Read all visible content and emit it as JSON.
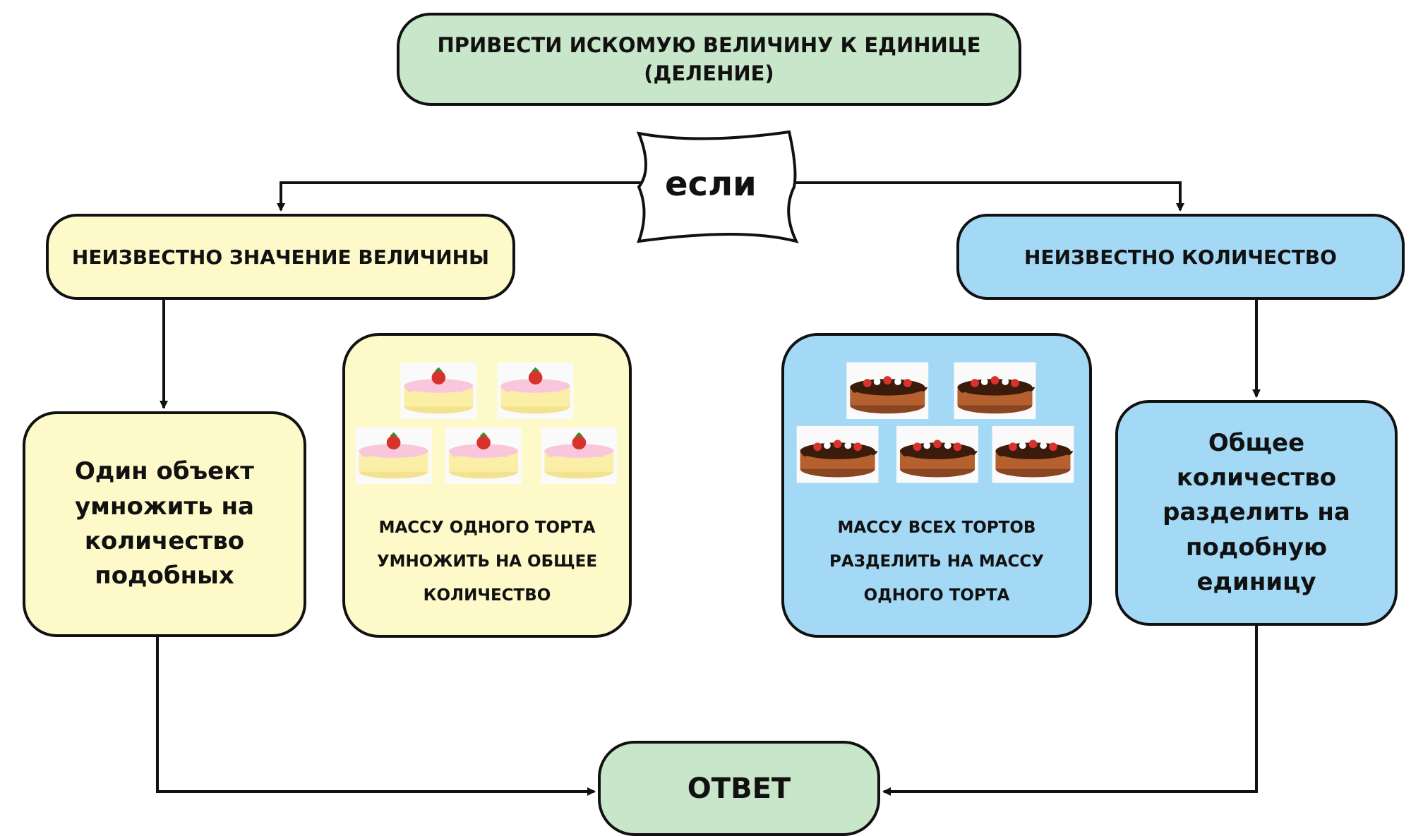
{
  "top": {
    "line1": "ПРИВЕСТИ ИСКОМУЮ ВЕЛИЧИНУ К ЕДИНИЦЕ",
    "line2": "(ДЕЛЕНИЕ)"
  },
  "condition_word": "если",
  "left": {
    "condition": "НЕИЗВЕСТНО ЗНАЧЕНИЕ ВЕЛИЧИНЫ",
    "rule_lines": [
      "Один объект",
      "умножить на",
      "количество",
      "подобных"
    ],
    "example_lines": [
      "МАССУ ОДНОГО ТОРТА",
      "УМНОЖИТЬ НА ОБЩЕЕ",
      "КОЛИЧЕСТВО"
    ],
    "cake_icon": "pink-cake-icon"
  },
  "right": {
    "condition": "НЕИЗВЕСТНО КОЛИЧЕСТВО",
    "rule_lines": [
      "Общее",
      "количество",
      "разделить на",
      "подобную единицу"
    ],
    "example_lines": [
      "МАССУ ВСЕХ ТОРТОВ",
      "РАЗДЕЛИТЬ НА МАССУ",
      "ОДНОГО ТОРТА"
    ],
    "cake_icon": "chocolate-cake-icon"
  },
  "answer": "ОТВЕТ",
  "colors": {
    "green": "#c8e6ca",
    "yellow": "#fdf9c9",
    "blue": "#a4d9f6"
  }
}
